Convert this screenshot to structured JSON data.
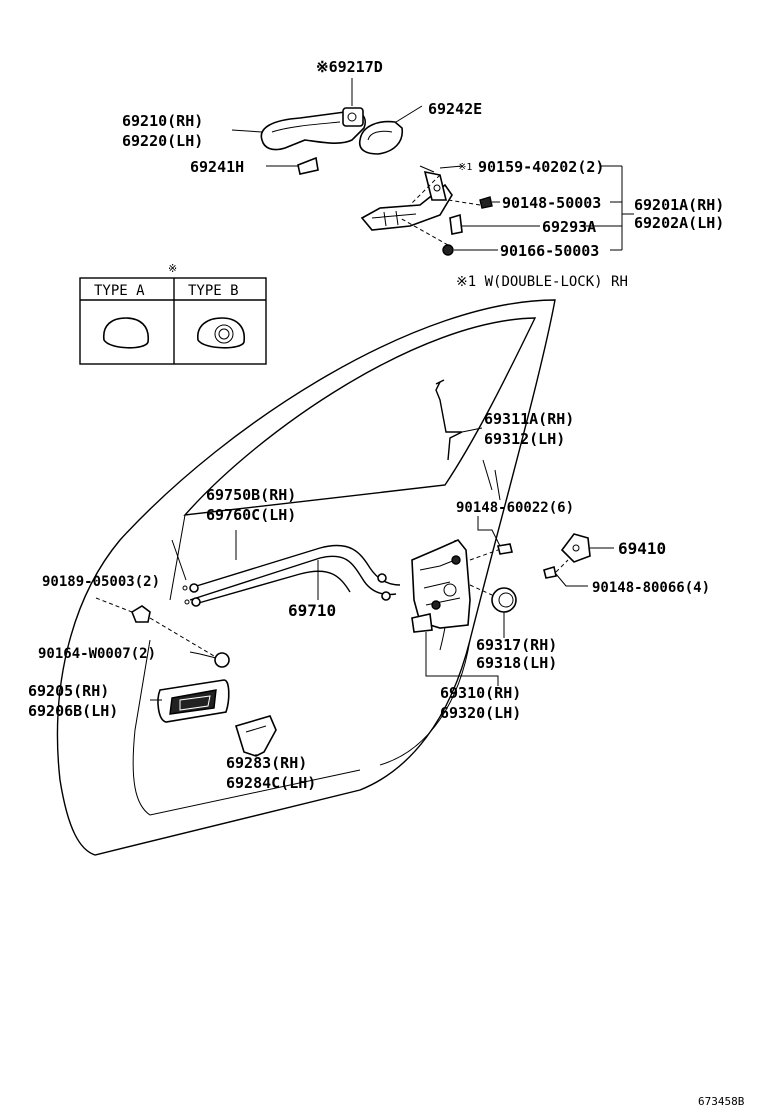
{
  "labels": {
    "p69217D": "※69217D",
    "p69210": "69210(RH)",
    "p69220": "69220(LH)",
    "p69242E": "69242E",
    "p69241H": "69241H",
    "p90159": "90159-40202(2)",
    "p90159_mark": "※1",
    "p90148_50003": "90148-50003",
    "p69201A": "69201A(RH)",
    "p69202A": "69202A(LH)",
    "p69293A": "69293A",
    "p90166": "90166-50003",
    "note_double_lock": "※1 W(DOUBLE-LOCK) RH",
    "type_mark": "※",
    "type_a": "TYPE A",
    "type_b": "TYPE B",
    "p69311A": "69311A(RH)",
    "p69312": "69312(LH)",
    "p90148_60022": "90148-60022(6)",
    "p69750B": "69750B(RH)",
    "p69760C": "69760C(LH)",
    "p69410": "69410",
    "p90189": "90189-05003(2)",
    "p90148_80066": "90148-80066(4)",
    "p69710": "69710",
    "p90164": "90164-W0007(2)",
    "p69317": "69317(RH)",
    "p69318": "69318(LH)",
    "p69205": "69205(RH)",
    "p69206B": "69206B(LH)",
    "p69310": "69310(RH)",
    "p69320": "69320(LH)",
    "p69283": "69283(RH)",
    "p69284C": "69284C(LH)",
    "diagram_id": "673458B"
  }
}
